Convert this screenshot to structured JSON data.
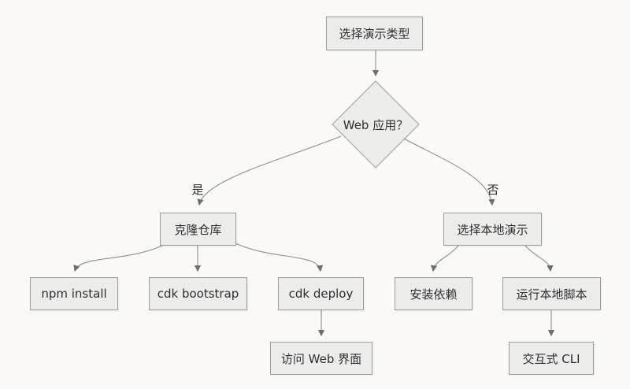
{
  "diagram": {
    "type": "flowchart",
    "direction": "top-down",
    "colors": {
      "background": "#faf9f6",
      "node_fill": "#ececea",
      "node_border": "#9c9c9c",
      "edge_line": "#8c8c8c",
      "text": "#2e2e2e"
    },
    "nodes": {
      "start": {
        "label": "选择演示类型",
        "shape": "rect"
      },
      "decision": {
        "label": "Web 应用？",
        "shape": "diamond"
      },
      "clone_repo": {
        "label": "克隆仓库",
        "shape": "rect"
      },
      "select_local": {
        "label": "选择本地演示",
        "shape": "rect"
      },
      "npm_install": {
        "label": "npm install",
        "shape": "rect"
      },
      "cdk_bootstrap": {
        "label": "cdk bootstrap",
        "shape": "rect"
      },
      "cdk_deploy": {
        "label": "cdk deploy",
        "shape": "rect"
      },
      "install_deps": {
        "label": "安装依赖",
        "shape": "rect"
      },
      "run_script": {
        "label": "运行本地脚本",
        "shape": "rect"
      },
      "access_web": {
        "label": "访问 Web 界面",
        "shape": "rect"
      },
      "cli": {
        "label": "交互式 CLI",
        "shape": "rect"
      }
    },
    "edge_labels": {
      "yes": "是",
      "no": "否"
    },
    "edges": [
      {
        "from": "start",
        "to": "decision",
        "label": ""
      },
      {
        "from": "decision",
        "to": "clone_repo",
        "label": "是"
      },
      {
        "from": "decision",
        "to": "select_local",
        "label": "否"
      },
      {
        "from": "clone_repo",
        "to": "npm_install",
        "label": ""
      },
      {
        "from": "clone_repo",
        "to": "cdk_bootstrap",
        "label": ""
      },
      {
        "from": "clone_repo",
        "to": "cdk_deploy",
        "label": ""
      },
      {
        "from": "cdk_deploy",
        "to": "access_web",
        "label": ""
      },
      {
        "from": "select_local",
        "to": "install_deps",
        "label": ""
      },
      {
        "from": "select_local",
        "to": "run_script",
        "label": ""
      },
      {
        "from": "run_script",
        "to": "cli",
        "label": ""
      }
    ]
  }
}
